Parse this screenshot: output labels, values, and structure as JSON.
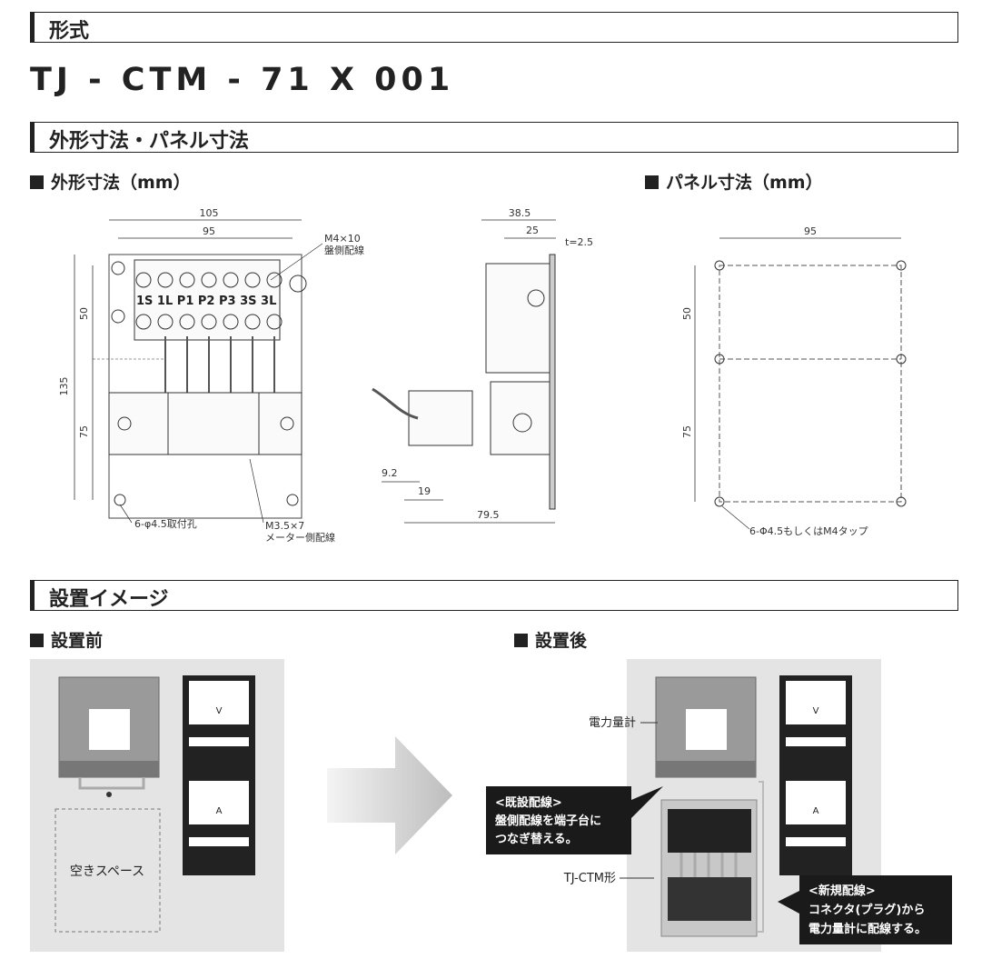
{
  "sections": {
    "format_title": "形式",
    "model": "TJ - CTM - 71 X 001",
    "dims_title": "外形寸法・パネル寸法",
    "install_title": "設置イメージ"
  },
  "outline": {
    "title": "外形寸法（mm）",
    "width_total": "105",
    "width_inner": "95",
    "h_total": "135",
    "h_upper": "50",
    "h_lower": "75",
    "screw_note_1": "M4×10",
    "screw_note_2": "盤側配線",
    "terminal_labels": "1S 1L P1 P2 P3 3S 3L",
    "hole_note": "6-φ4.5取付孔",
    "meter_note_1": "M3.5×7",
    "meter_note_2": "メーター側配線",
    "side_w1": "38.5",
    "side_w2": "25",
    "side_t": "t=2.5",
    "side_a": "9.2",
    "side_b": "19",
    "side_c": "79.5"
  },
  "panel": {
    "title": "パネル寸法（mm）",
    "width": "95",
    "h_upper": "50",
    "h_lower": "75",
    "hole_note": "6-Φ4.5もしくはM4タップ"
  },
  "install": {
    "before_title": "設置前",
    "after_title": "設置後",
    "empty_space": "空きスペース",
    "power_meter": "電力量計",
    "tj_label": "TJ-CTM形",
    "callout_left_1": "<既設配線>",
    "callout_left_2": "盤側配線を端子台に",
    "callout_left_3": "つなぎ替える。",
    "callout_right_1": "<新規配線>",
    "callout_right_2": "コネクタ(プラグ)から",
    "callout_right_3": "電力量計に配線する。",
    "voltmeter_unit": "V",
    "ammeter_unit": "A"
  },
  "colors": {
    "panel_bg": "#e4e4e4",
    "arrow": "#c8c8c8",
    "callout_bg": "#1a1a1a"
  }
}
